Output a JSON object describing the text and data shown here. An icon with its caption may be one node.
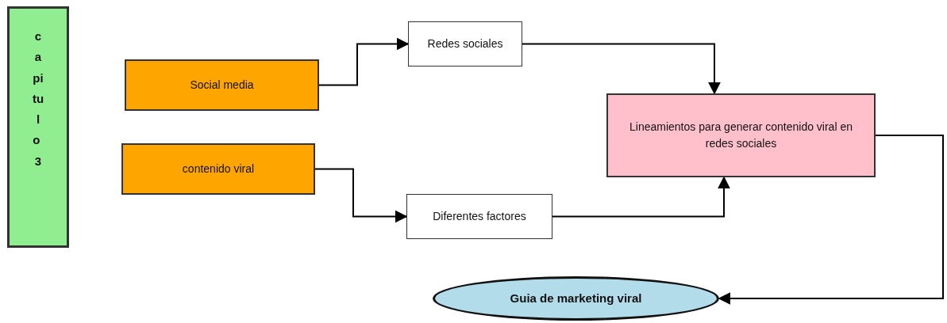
{
  "diagram": {
    "nodes": [
      {
        "text": [
          "capitulo 3"
        ]
      },
      {
        "text": [
          "Social media"
        ]
      },
      {
        "text": [
          "contenido viral"
        ]
      },
      {
        "text": [
          "Redes sociales"
        ]
      },
      {
        "text": [
          "Diferentes factores"
        ]
      },
      {
        "text": [
          "Lineamientos para generar contenido viral en redes sociales"
        ]
      },
      {
        "text": [
          "Guia de marketing viral"
        ]
      }
    ],
    "edges": [
      {
        "from": 1,
        "to": 3,
        "arrow": "to"
      },
      {
        "from": 2,
        "to": 4,
        "arrow": "to"
      },
      {
        "from": 3,
        "to": 5,
        "arrow": "to"
      },
      {
        "from": 4,
        "to": 5,
        "arrow": "to"
      },
      {
        "from": 5,
        "to": 6,
        "arrow": "to"
      }
    ]
  }
}
